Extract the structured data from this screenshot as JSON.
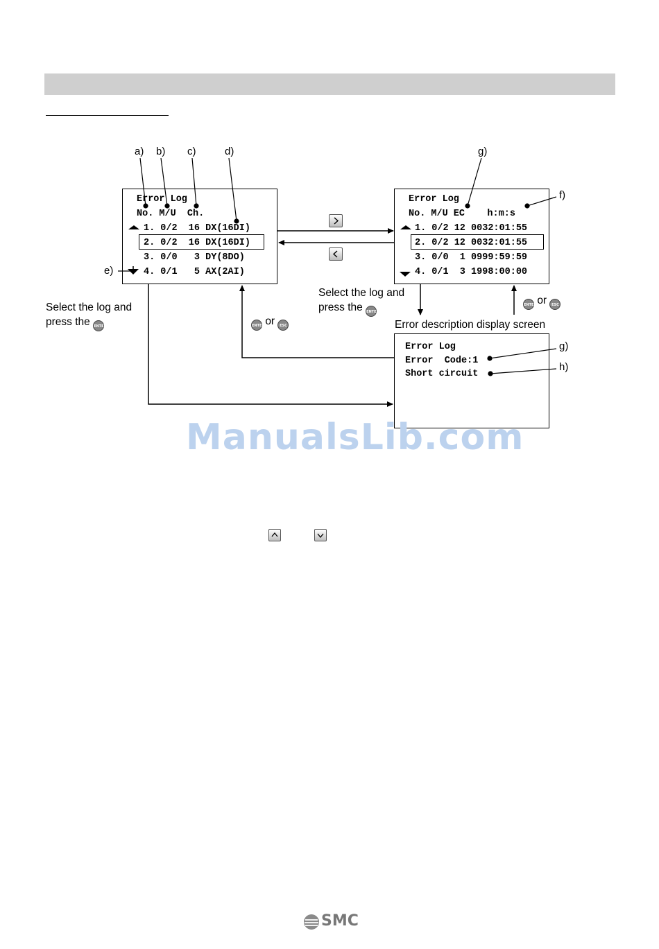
{
  "left_screen": {
    "title": "Error Log",
    "header": "No. M/U  Ch.",
    "rows": [
      "1. 0/2  16 DX(16DI)",
      "2. 0/2  16 DX(16DI)",
      "3. 0/0   3 DY(8DO)",
      "4. 0/1   5 AX(2AI)"
    ]
  },
  "right_screen": {
    "title": "Error Log",
    "header": "No. M/U EC    h:m:s",
    "rows": [
      "1. 0/2 12 0032:01:55",
      "2. 0/2 12 0032:01:55",
      "3. 0/0  1 0999:59:59",
      "4. 0/1  3 1998:00:00"
    ]
  },
  "detail_screen": {
    "caption": "Error description display screen",
    "line1": "Error Log",
    "line2": "Error  Code:1",
    "line3": "Short circuit"
  },
  "callouts": {
    "a": "a)",
    "b": "b)",
    "c": "c)",
    "d": "d)",
    "e": "e)",
    "f": "f)",
    "g_top": "g)",
    "g_detail": "g)",
    "h": "h)"
  },
  "notes": {
    "left_line1": "Select the log and",
    "left_line2": "press the",
    "mid_line1": "Select the log and",
    "mid_line2": "press the",
    "or": "or"
  },
  "keys": {
    "enter": "ENTER",
    "esc": "ESC"
  },
  "icons": {
    "right_key": "chevron-right-key-icon",
    "left_key": "chevron-left-key-icon",
    "up_key": "chevron-up-key-icon",
    "down_key": "chevron-down-key-icon"
  },
  "watermark": "ManualsLib.com",
  "logo": "SMC",
  "colors": {
    "header_bar": "#cfcfcf",
    "watermark": "#bcd2ee",
    "logo": "#777777"
  }
}
